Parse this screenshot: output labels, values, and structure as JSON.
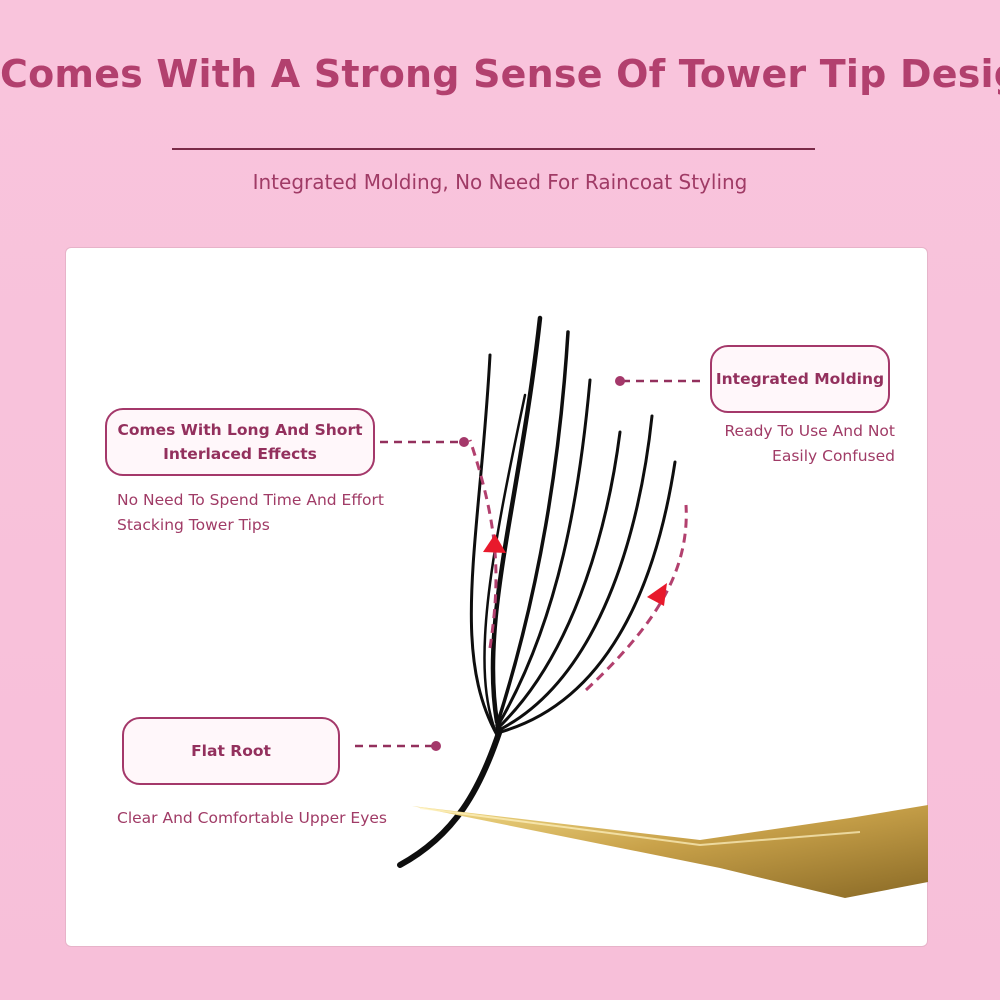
{
  "header": {
    "title": "Comes With A Strong Sense Of Tower Tip Design",
    "subtitle": "Integrated Molding, No Need For Raincoat Styling"
  },
  "callouts": {
    "integrated": {
      "label": "Integrated Molding",
      "note_line1": "Ready To Use And Not",
      "note_line2": "Easily Confused"
    },
    "interlaced": {
      "label_line1": "Comes With Long And Short",
      "label_line2": "Interlaced Effects",
      "note_line1": "No Need To Spend Time And Effort",
      "note_line2": "Stacking Tower Tips"
    },
    "flat_root": {
      "label": "Flat Root",
      "note": "Clear And Comfortable Upper Eyes"
    }
  },
  "colors": {
    "background": "#f9c4dc",
    "accent": "#b2406e",
    "arrow": "#e8192c",
    "tweezer": "#c9a64a"
  },
  "icons": [
    "lash-fan-illustration",
    "tweezer-illustration",
    "up-arrow-icon"
  ]
}
